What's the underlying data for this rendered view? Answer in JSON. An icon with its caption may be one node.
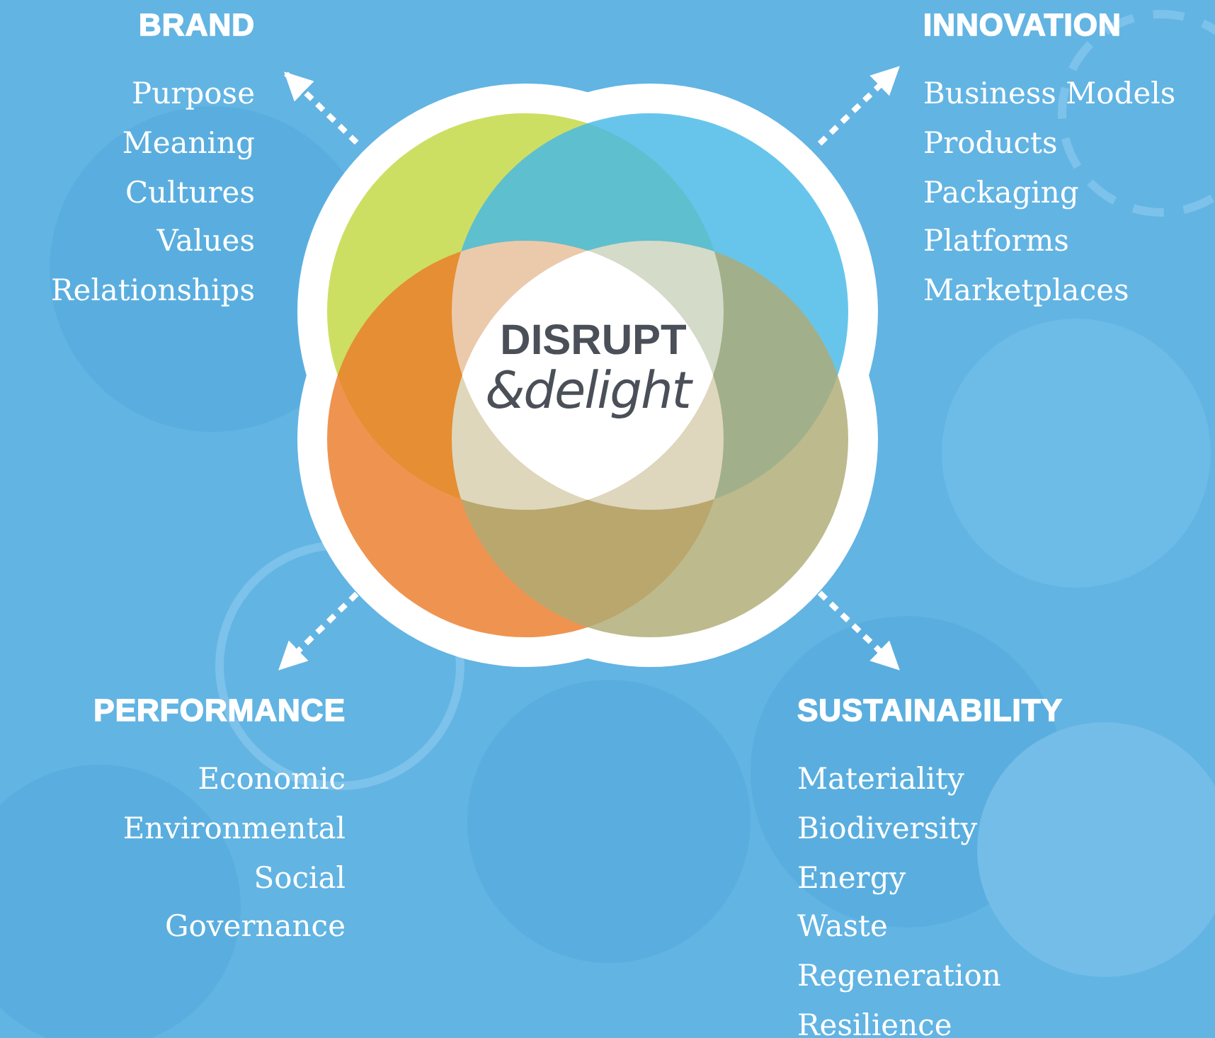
{
  "diagram": {
    "nodes": [
      {
        "text": [
          "DISRUPT",
          "&delight"
        ]
      },
      {
        "text": [
          "BRAND",
          "Purpose",
          "Meaning",
          "Cultures",
          "Values",
          "Relationships"
        ]
      },
      {
        "text": [
          "INNOVATION",
          "Business Models",
          "Products",
          "Packaging",
          "Platforms",
          "Marketplaces"
        ]
      },
      {
        "text": [
          "PERFORMANCE",
          "Economic",
          "Environmental",
          "Social",
          "Governance"
        ]
      },
      {
        "text": [
          "SUSTAINABILITY",
          "Materiality",
          "Biodiversity",
          "Energy",
          "Waste",
          "Regeneration",
          "Resilience"
        ]
      }
    ],
    "edges": [
      {
        "from": 0,
        "to": 1,
        "arrow": "to",
        "style": "dashed"
      },
      {
        "from": 0,
        "to": 2,
        "arrow": "to",
        "style": "dashed"
      },
      {
        "from": 0,
        "to": 3,
        "arrow": "to",
        "style": "dashed"
      },
      {
        "from": 0,
        "to": 4,
        "arrow": "to",
        "style": "dashed"
      }
    ]
  }
}
